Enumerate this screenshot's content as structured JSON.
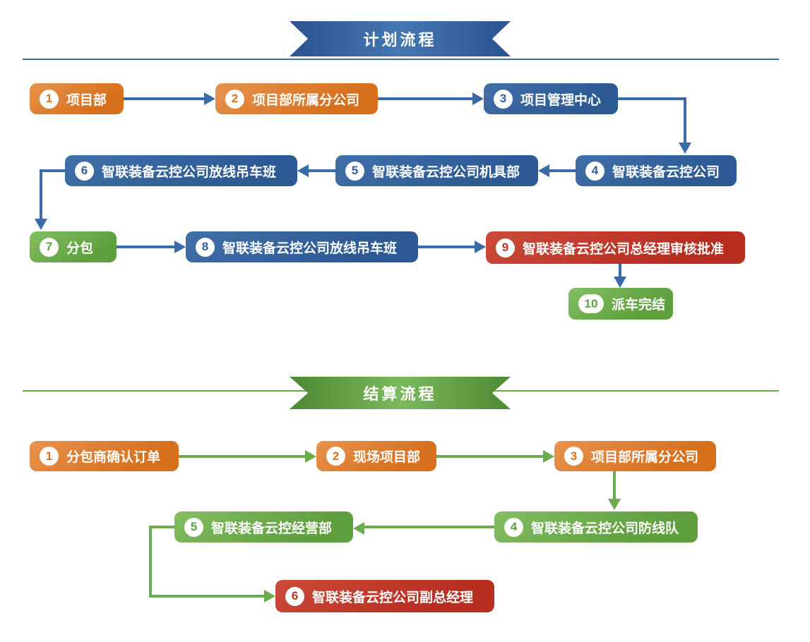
{
  "palette": {
    "orange_node": "#DD7B2C",
    "blue_node": "#33619E",
    "green_node": "#6CAC4B",
    "red_node": "#C0392B",
    "flow1_arrow": "#3A6BA8",
    "flow2_arrow": "#6BAD4C",
    "banner_blue": "#3A6AA6",
    "banner_green": "#6FB14F",
    "badge_background": "#FFFFFF"
  },
  "flows": [
    {
      "title": "计划流程",
      "nodes": [
        {
          "number": "1",
          "label": "项目部",
          "color": "orange"
        },
        {
          "number": "2",
          "label": "项目部所属分公司",
          "color": "orange"
        },
        {
          "number": "3",
          "label": "项目管理中心",
          "color": "blue"
        },
        {
          "number": "4",
          "label": "智联装备云控公司",
          "color": "blue"
        },
        {
          "number": "5",
          "label": "智联装备云控公司机具部",
          "color": "blue"
        },
        {
          "number": "6",
          "label": "智联装备云控公司放线吊车班",
          "color": "blue"
        },
        {
          "number": "7",
          "label": "分包",
          "color": "green"
        },
        {
          "number": "8",
          "label": "智联装备云控公司放线吊车班",
          "color": "blue"
        },
        {
          "number": "9",
          "label": "智联装备云控公司总经理审核批准",
          "color": "red"
        },
        {
          "number": "10",
          "label": "派车完结",
          "color": "green"
        }
      ],
      "edges": [
        "1→2",
        "2→3",
        "3→4",
        "4→5",
        "5→6",
        "6→7",
        "7→8",
        "8→9",
        "9→10"
      ]
    },
    {
      "title": "结算流程",
      "nodes": [
        {
          "number": "1",
          "label": "分包商确认订单",
          "color": "orange"
        },
        {
          "number": "2",
          "label": "现场项目部",
          "color": "orange"
        },
        {
          "number": "3",
          "label": "项目部所属分公司",
          "color": "orange"
        },
        {
          "number": "4",
          "label": "智联装备云控公司防线队",
          "color": "green"
        },
        {
          "number": "5",
          "label": "智联装备云控经营部",
          "color": "green"
        },
        {
          "number": "6",
          "label": "智联装备云控公司副总经理",
          "color": "red"
        }
      ],
      "edges": [
        "1→2",
        "2→3",
        "3→4",
        "4→5",
        "5→6"
      ]
    }
  ]
}
